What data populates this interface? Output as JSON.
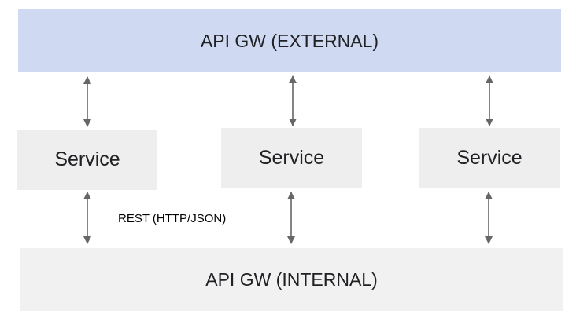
{
  "external_gateway": {
    "label": "API GW (EXTERNAL)"
  },
  "internal_gateway": {
    "label": "API GW (INTERNAL)"
  },
  "services": [
    {
      "label": "Service"
    },
    {
      "label": "Service"
    },
    {
      "label": "Service"
    }
  ],
  "connection_label": "REST (HTTP/JSON)",
  "colors": {
    "external_fill": "#cfd9f2",
    "internal_fill": "#f1f1f1",
    "service_fill": "#eeeeee",
    "arrow": "#666666"
  }
}
